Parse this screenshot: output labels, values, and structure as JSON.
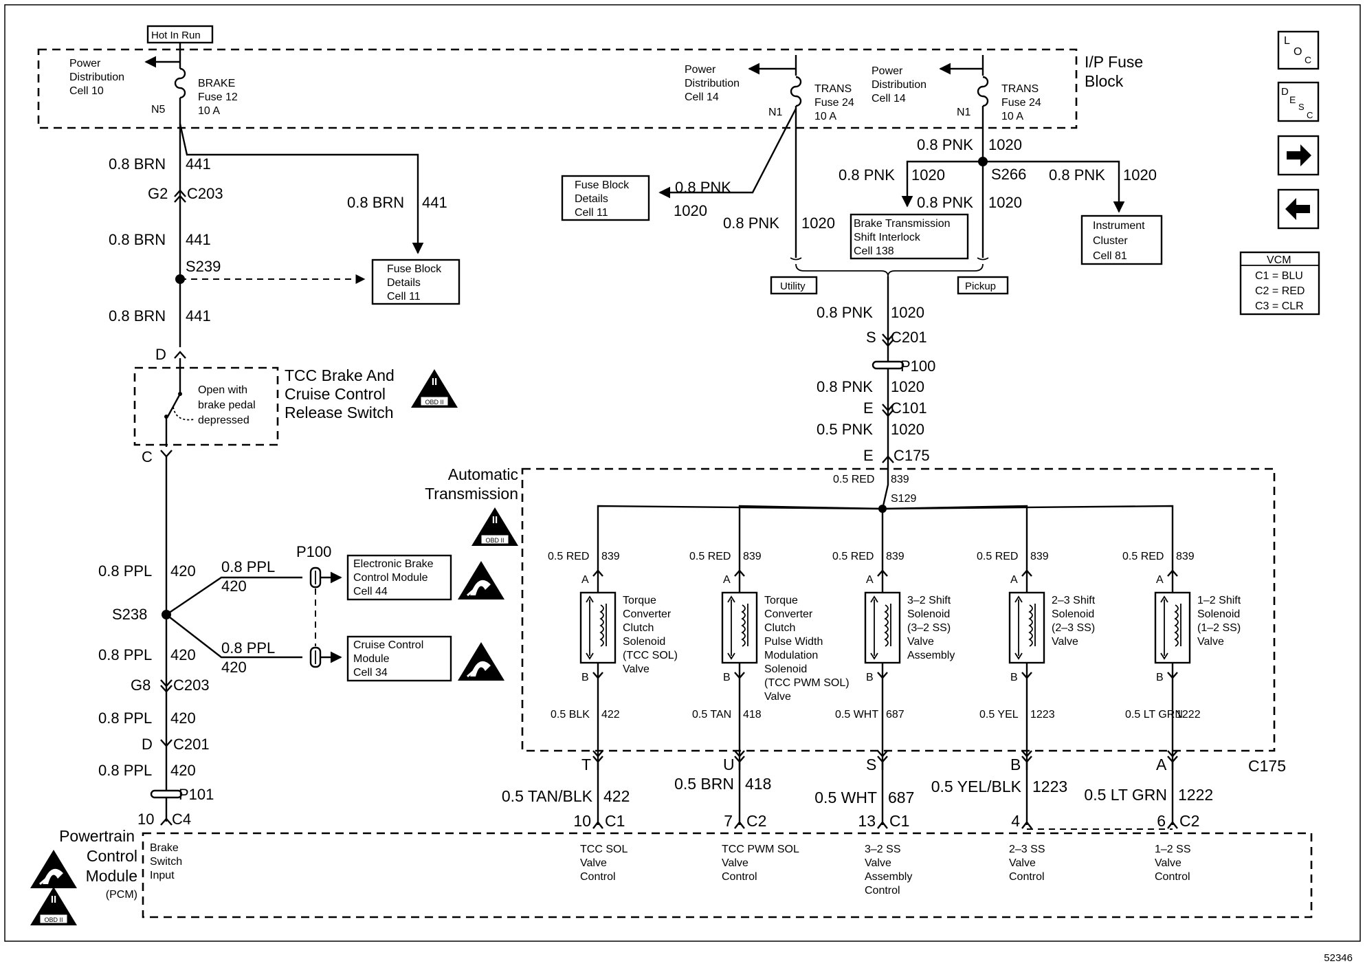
{
  "hot_in_run": "Hot In Run",
  "ip_fuse_block": [
    "I/P Fuse",
    "Block"
  ],
  "pdc10": [
    "Power",
    "Distribution",
    "Cell 10"
  ],
  "brake_fuse": [
    "BRAKE",
    "Fuse 12",
    "10 A"
  ],
  "n5": "N5",
  "pdc14a": [
    "Power",
    "Distribution",
    "Cell 14"
  ],
  "trans_fuse_a": [
    "TRANS",
    "Fuse 24",
    "10 A"
  ],
  "n1a": "N1",
  "pdc14b": [
    "Power",
    "Distribution",
    "Cell 14"
  ],
  "trans_fuse_b": [
    "TRANS",
    "Fuse 24",
    "10 A"
  ],
  "n1b": "N1",
  "w_brn": "0.8 BRN",
  "c441": "441",
  "g2": "G2",
  "c203": "C203",
  "s239": "S239",
  "d_top": "D",
  "c_pin": "C",
  "fbd11_a": [
    "Fuse Block",
    "Details",
    "Cell 11"
  ],
  "fbd11_b": [
    "Fuse Block",
    "Details",
    "Cell 11"
  ],
  "w_pnk": "0.8 PNK",
  "w_pnk05": "0.5 PNK",
  "c1020": "1020",
  "s266": "S266",
  "btsi": [
    "Brake Transmission",
    "Shift Interlock",
    "Cell 138"
  ],
  "ic": [
    "Instrument",
    "Cluster",
    "Cell 81"
  ],
  "utility": "Utility",
  "pickup": "Pickup",
  "s_pin": "S",
  "c201": "C201",
  "p100": "P100",
  "e_pin": "E",
  "c101": "C101",
  "c175": "C175",
  "switch_title": [
    "TCC Brake And",
    "Cruise Control",
    "Release Switch"
  ],
  "switch_note": [
    "Open with",
    "brake pedal",
    "depressed"
  ],
  "w_ppl": "0.8 PPL",
  "c420": "420",
  "s238": "S238",
  "ebcm": [
    "Electronic Brake",
    "Control Module",
    "Cell 44"
  ],
  "ccm": [
    "Cruise Control",
    "Module",
    "Cell 34"
  ],
  "g8": "G8",
  "d_pin": "D",
  "p101": "P101",
  "pin10": "10",
  "c4": "C4",
  "pcm_title": [
    "Powertrain",
    "Control",
    "Module",
    "(PCM)"
  ],
  "pcm_brake": [
    "Brake",
    "Switch",
    "Input"
  ],
  "auto_trans": [
    "Automatic",
    "Transmission"
  ],
  "w_red05": "0.5 RED",
  "c839": "839",
  "s129": "S129",
  "pin_a": "A",
  "pin_b": "B",
  "solenoids": [
    {
      "label": [
        "Torque",
        "Converter",
        "Clutch",
        "Solenoid",
        "(TCC SOL)",
        "Valve"
      ],
      "wire": "0.5 BLK",
      "circuit": "422",
      "c175_pin": "T",
      "pcm_wire": "0.5 TAN/BLK",
      "pcm_circuit": "422",
      "pcm_pin": "10",
      "pcm_conn": "C1",
      "pcm_label": [
        "TCC SOL",
        "Valve",
        "Control"
      ]
    },
    {
      "label": [
        "Torque",
        "Converter",
        "Clutch",
        "Pulse Width",
        "Modulation",
        "Solenoid",
        "(TCC PWM SOL)",
        "Valve"
      ],
      "wire": "0.5 TAN",
      "circuit": "418",
      "c175_pin": "U",
      "pcm_wire": "0.5 BRN",
      "pcm_circuit": "418",
      "pcm_pin": "7",
      "pcm_conn": "C2",
      "pcm_label": [
        "TCC PWM SOL",
        "Valve",
        "Control"
      ]
    },
    {
      "label": [
        "3–2 Shift",
        "Solenoid",
        "(3–2 SS)",
        "Valve",
        "Assembly"
      ],
      "wire": "0.5 WHT",
      "circuit": "687",
      "c175_pin": "S",
      "pcm_wire": "0.5 WHT",
      "pcm_circuit": "687",
      "pcm_pin": "13",
      "pcm_conn": "C1",
      "pcm_label": [
        "3–2 SS",
        "Valve",
        "Assembly",
        "Control"
      ]
    },
    {
      "label": [
        "2–3 Shift",
        "Solenoid",
        "(2–3 SS)",
        "Valve"
      ],
      "wire": "0.5 YEL",
      "circuit": "1223",
      "c175_pin": "B",
      "pcm_wire": "0.5 YEL/BLK",
      "pcm_circuit": "1223",
      "pcm_pin": "4",
      "pcm_conn": "",
      "pcm_label": [
        "2–3 SS",
        "Valve",
        "Control"
      ]
    },
    {
      "label": [
        "1–2 Shift",
        "Solenoid",
        "(1–2 SS)",
        "Valve"
      ],
      "wire": "0.5 LT GRN",
      "circuit": "1222",
      "c175_pin": "A",
      "pcm_wire": "0.5 LT GRN",
      "pcm_circuit": "1222",
      "pcm_pin": "6",
      "pcm_conn": "C2",
      "pcm_label": [
        "1–2 SS",
        "Valve",
        "Control"
      ]
    }
  ],
  "c175_right": "C175",
  "obd": "OBD II",
  "obd_numeral": "II",
  "vcm": {
    "title": "VCM",
    "rows": [
      "C1 = BLU",
      "C2 = RED",
      "C3 = CLR"
    ]
  },
  "nav_loc": "LOC",
  "nav_desc": "DESC",
  "diagram_number": "52346"
}
